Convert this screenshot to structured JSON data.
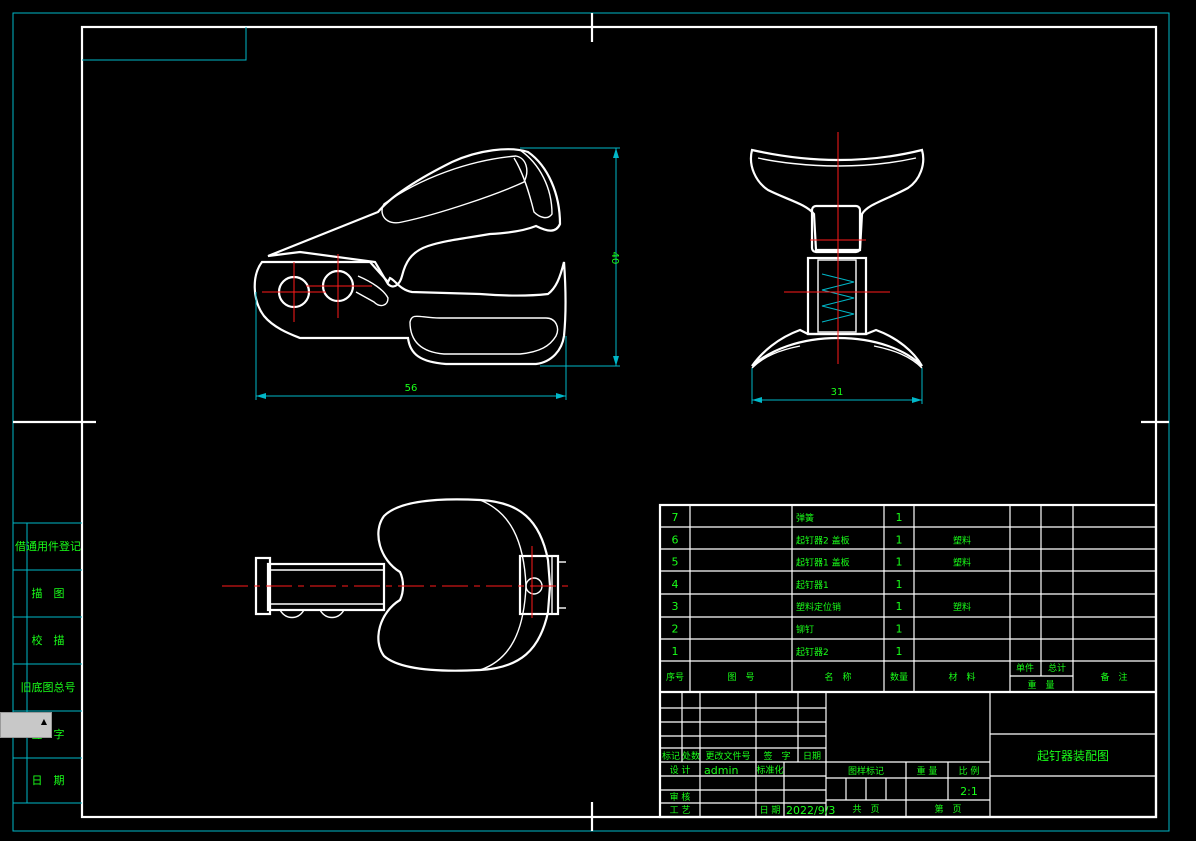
{
  "drawing": {
    "title": "起钉器装配图",
    "scale": "2:1",
    "designer": "admin",
    "date": "2022/9/3"
  },
  "dimensions": {
    "front_length": "56",
    "front_height": "40",
    "side_width": "31"
  },
  "parts_list": {
    "header": {
      "no": "序号",
      "code": "图　号",
      "name": "名　称",
      "qty": "数量",
      "material": "材　料",
      "unit_weight": "单件",
      "total_weight": "总计",
      "weight": "重　量",
      "remark": "备　注"
    },
    "rows": [
      {
        "no": "7",
        "name": "弹簧",
        "qty": "1",
        "material": ""
      },
      {
        "no": "6",
        "name": "起钉器2 盖板",
        "qty": "1",
        "material": "塑料"
      },
      {
        "no": "5",
        "name": "起钉器1 盖板",
        "qty": "1",
        "material": "塑料"
      },
      {
        "no": "4",
        "name": "起钉器1",
        "qty": "1",
        "material": ""
      },
      {
        "no": "3",
        "name": "塑料定位销",
        "qty": "1",
        "material": "塑料"
      },
      {
        "no": "2",
        "name": "铆钉",
        "qty": "1",
        "material": ""
      },
      {
        "no": "1",
        "name": "起钉器2",
        "qty": "1",
        "material": ""
      }
    ]
  },
  "title_block": {
    "mark": "标记",
    "count": "处数",
    "change_doc": "更改文件号",
    "signature": "签　字",
    "date_label": "日期",
    "design_label": "设 计",
    "std_label": "标准化",
    "review_label": "审 核",
    "process_label": "工 艺",
    "date2_label": "日 期",
    "stage_label": "图样标记",
    "weight_label": "重 量",
    "scale_label": "比 例",
    "total_sheets": "共　页",
    "sheet_no": "第　页"
  },
  "side_labels": [
    "借通用件登记",
    "描　图",
    "校　描",
    "旧底图总号",
    "签　字",
    "日　期"
  ]
}
